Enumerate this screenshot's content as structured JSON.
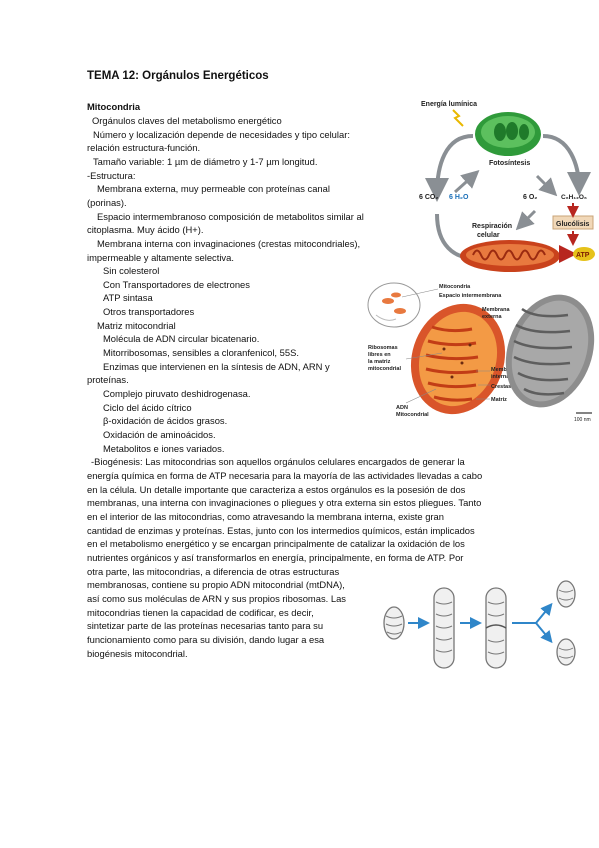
{
  "title": "TEMA 12: Orgánulos Energéticos",
  "section_heading": "Mitocondria",
  "lines": [
    "Orgánulos claves del metabolismo energético",
    "Número y localización depende de necesidades y tipo celular:",
    "relación estructura-función.",
    "Tamaño variable: 1 µm de diámetro y 1-7 µm longitud.",
    "-Estructura:",
    "Membrana externa, muy permeable con proteínas canal",
    "(porinas).",
    "Espacio intermembranoso composición de metabolitos similar al",
    "citoplasma. Muy ácido (H+).",
    "Membrana interna con invaginaciones (crestas mitocondriales),",
    "impermeable y altamente selectiva.",
    "Sin colesterol",
    "Con Transportadores de electrones",
    "ATP sintasa",
    "Otros transportadores",
    "Matriz mitocondrial",
    "Molécula de ADN circular bicatenario.",
    "Mitorribosomas, sensibles a cloranfenicol, 55S.",
    "Enzimas que intervienen en la síntesis de ADN, ARN y",
    "proteínas.",
    "Complejo piruvato deshidrogenasa.",
    "Ciclo del ácido cítrico",
    "β-oxidación de ácidos grasos.",
    "Oxidación de aminoácidos.",
    "Metabolitos e iones variados."
  ],
  "biogenesis_full": [
    "-Biogénesis: Las mitocondrias son aquellos orgánulos celulares encargados de generar la",
    "energía química en forma de ATP necesaria para la mayoría de las actividades llevadas a cabo",
    "en la célula. Un detalle importante que caracteriza a estos orgánulos es la posesión de dos",
    "membranas, una interna con invaginaciones o pliegues y otra externa sin estos pliegues. Tanto",
    "en el interior de las mitocondrias, como atravesando la membrana interna, existe gran",
    "cantidad de enzimas y proteínas. Estas, junto con los intermedios químicos, están implicados",
    "en el metabolismo energético y se encargan principalmente de catalizar la oxidación de los",
    "nutrientes orgánicos y así transformarlos en energía, principalmente, en forma de ATP. Por",
    "otra parte, las mitocondrias, a diferencia de otras estructuras"
  ],
  "biogenesis_narrow": [
    "membranosas, contiene su propio ADN mitocondrial (mtDNA),",
    "así como sus moléculas de ARN y sus propios ribosomas. Las",
    "mitocondrias tienen la capacidad de codificar, es decir,",
    "sintetizar parte de las proteínas necesarias tanto para su",
    "funcionamiento como para su división, dando lugar a esa",
    "biogénesis mitocondrial."
  ],
  "fig1": {
    "energia": "Energía lumínica",
    "fotosintesis": "Fotosíntesis",
    "co2": "6 CO₂",
    "h2o": "6 H₂O",
    "o2": "6 O₂",
    "glucose": "C₆H₁₂O₆",
    "respiracion": "Respiración",
    "celular": "celular",
    "glucolisis": "Glucólisis",
    "atp": "ATP"
  },
  "fig2": {
    "mitocondria": "Mitocondria",
    "espacio": "Espacio intermembrana",
    "membrana_externa_1": "Membrana",
    "membrana_externa_2": "externa",
    "ribosomas_1": "Ribosomas",
    "ribosomas_2": "libres en",
    "ribosomas_3": "la matriz",
    "ribosomas_4": "mitocondrial",
    "membrana_interna_1": "Membrana",
    "membrana_interna_2": "interna",
    "crestas": "Crestas",
    "matriz": "Matriz",
    "adn_1": "ADN",
    "adn_2": "Mitocondrial",
    "scale": "100 nm"
  },
  "colors": {
    "chloroplast": "#2f9a3a",
    "mito": "#d9552a",
    "arrow": "#8a8f94",
    "blue_arrow": "#2f86c9"
  }
}
